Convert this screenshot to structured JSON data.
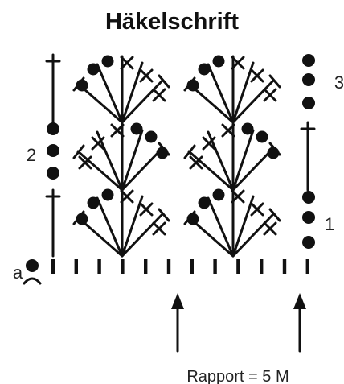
{
  "title": "Häkelschrift",
  "row_labels": {
    "r1": "1",
    "r2": "2",
    "r3": "3"
  },
  "start_label": "a",
  "caption": "Rapport = 5 M",
  "colors": {
    "ink": "#111111",
    "text": "#222222",
    "background": "#ffffff"
  }
}
